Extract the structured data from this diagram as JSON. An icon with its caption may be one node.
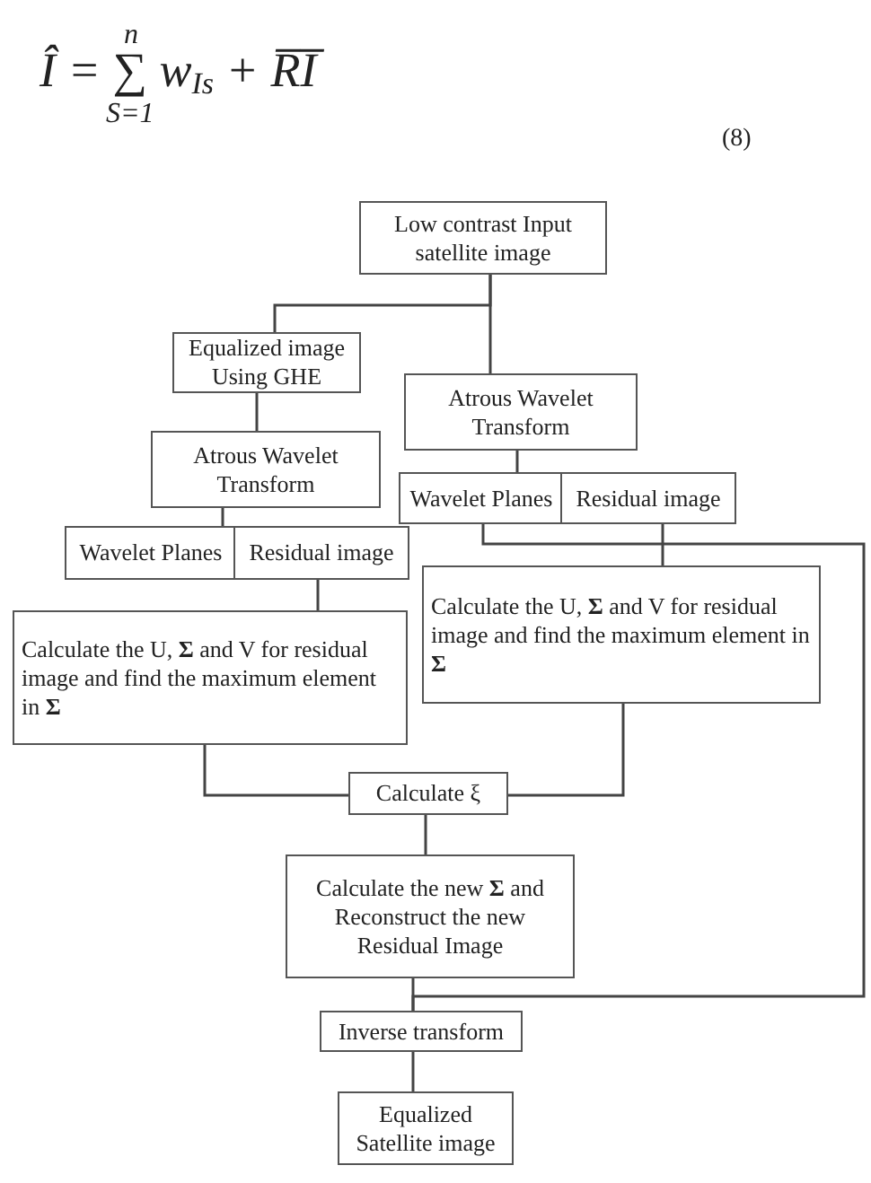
{
  "diagram": {
    "nodes": [
      {
        "text": [
          "Low contrast Input satellite image"
        ]
      },
      {
        "text": [
          "Equalized image Using GHE"
        ]
      },
      {
        "text": [
          "Atrous Wavelet Transform"
        ]
      },
      {
        "text": [
          "Atrous Wavelet Transform"
        ]
      },
      {
        "text": [
          "Wavelet Planes"
        ]
      },
      {
        "text": [
          "Residual image"
        ]
      },
      {
        "text": [
          "Wavelet Planes"
        ]
      },
      {
        "text": [
          "Residual image"
        ]
      },
      {
        "text": [
          "Calculate the U, **Σ** and V for residual image and find the maximum element in **Σ**"
        ]
      },
      {
        "text": [
          "Calculate the U, **Σ** and V for residual image and find the maximum element in **Σ**"
        ]
      },
      {
        "text": [
          "Calculate ξ"
        ]
      },
      {
        "text": [
          "Calculate the new **Σ** and Reconstruct the new Residual Image"
        ]
      },
      {
        "text": [
          "Inverse transform"
        ]
      },
      {
        "text": [
          "Equalized Satellite image"
        ]
      }
    ],
    "edges": [
      {
        "from": 0,
        "to": 1,
        "arrow": "none"
      },
      {
        "from": 0,
        "to": 2,
        "arrow": "none"
      },
      {
        "from": 1,
        "to": 3,
        "arrow": "none"
      },
      {
        "from": 2,
        "to": 4,
        "arrow": "none"
      },
      {
        "from": 3,
        "to": 6,
        "arrow": "none"
      },
      {
        "from": 5,
        "to": 8,
        "arrow": "none"
      },
      {
        "from": 7,
        "to": 9,
        "arrow": "none"
      },
      {
        "from": 4,
        "to": 12,
        "arrow": "none"
      },
      {
        "from": 9,
        "to": 10,
        "arrow": "none"
      },
      {
        "from": 8,
        "to": 10,
        "arrow": "none"
      },
      {
        "from": 10,
        "to": 11,
        "arrow": "none"
      },
      {
        "from": 11,
        "to": 12,
        "arrow": "none"
      },
      {
        "from": 12,
        "to": 13,
        "arrow": "none"
      }
    ],
    "labels": [
      "Î = ∑$^{n}$$_{S=1}$ w$_{Is}$ + R̅I̅",
      "(8)"
    ]
  }
}
